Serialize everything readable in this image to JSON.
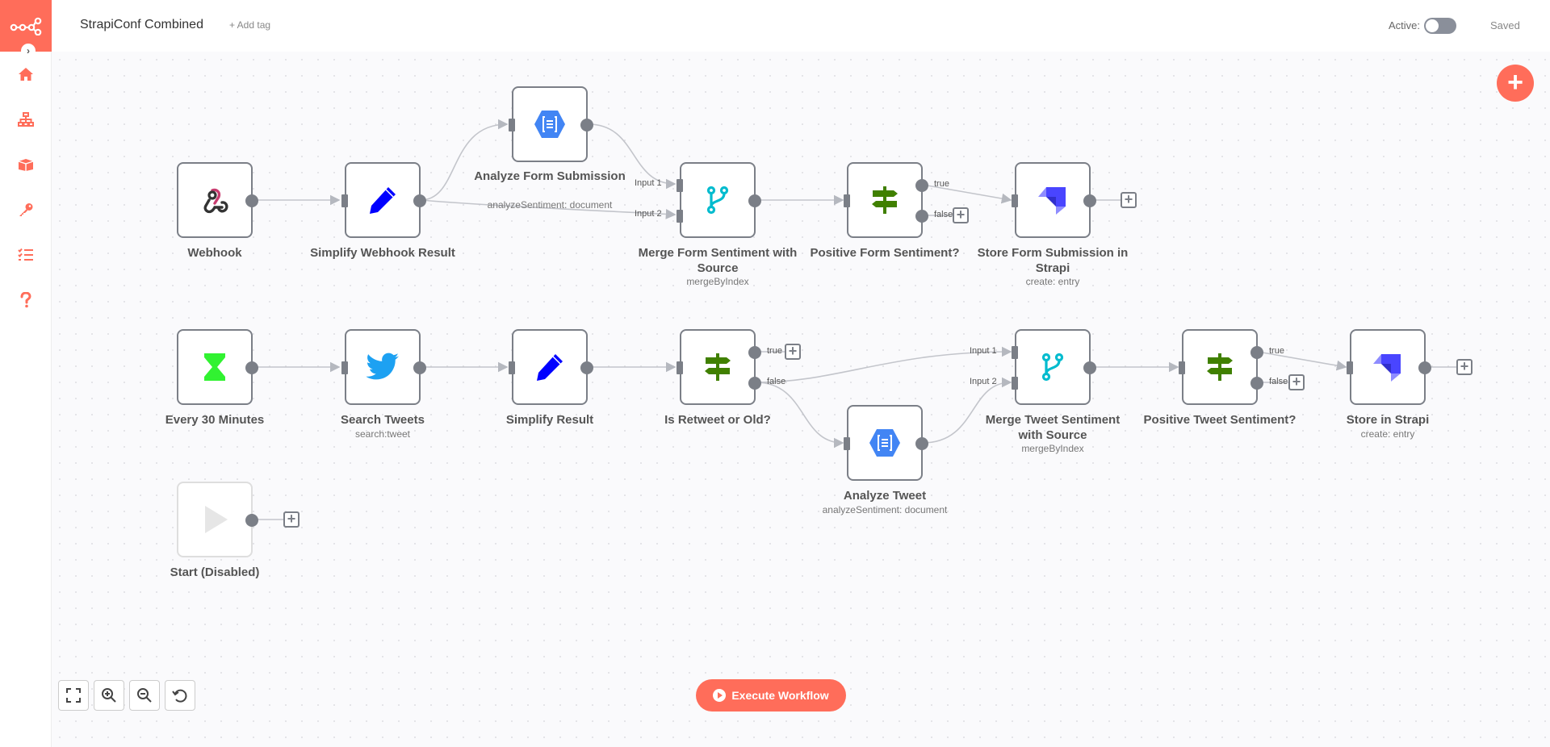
{
  "header": {
    "title": "StrapiConf Combined",
    "add_tag": "+ Add tag",
    "active_label": "Active:",
    "saved": "Saved"
  },
  "sidebar": {
    "items": [
      {
        "icon": "home-icon"
      },
      {
        "icon": "network-icon"
      },
      {
        "icon": "box-icon"
      },
      {
        "icon": "key-icon"
      },
      {
        "icon": "list-check-icon"
      },
      {
        "icon": "question-icon"
      }
    ]
  },
  "nodes": {
    "webhook": {
      "label": "Webhook"
    },
    "simplify_webhook": {
      "label": "Simplify Webhook Result"
    },
    "analyze_form": {
      "label": "Analyze Form Submission",
      "sub": "analyzeSentiment: document"
    },
    "merge_form": {
      "label": "Merge Form Sentiment with Source",
      "sub": "mergeByIndex",
      "input1": "Input 1",
      "input2": "Input 2"
    },
    "positive_form": {
      "label": "Positive Form Sentiment?",
      "true_label": "true",
      "false_label": "false"
    },
    "store_form": {
      "label": "Store Form Submission in Strapi",
      "sub": "create: entry"
    },
    "every_30": {
      "label": "Every 30 Minutes"
    },
    "search_tweets": {
      "label": "Search Tweets",
      "sub": "search:tweet"
    },
    "simplify_result": {
      "label": "Simplify Result"
    },
    "is_retweet": {
      "label": "Is Retweet or Old?",
      "true_label": "true",
      "false_label": "false"
    },
    "analyze_tweet": {
      "label": "Analyze Tweet",
      "sub": "analyzeSentiment: document"
    },
    "merge_tweet": {
      "label": "Merge Tweet Sentiment with Source",
      "sub": "mergeByIndex",
      "input1": "Input 1",
      "input2": "Input 2"
    },
    "positive_tweet": {
      "label": "Positive Tweet Sentiment?",
      "true_label": "true",
      "false_label": "false"
    },
    "store_strapi": {
      "label": "Store in Strapi",
      "sub": "create: entry"
    },
    "start": {
      "label": "Start (Disabled)"
    }
  },
  "toolbar": {
    "execute": "Execute Workflow"
  },
  "colors": {
    "accent": "#ff6d5a",
    "node_border": "#7b7f87",
    "google_blue": "#4285f4",
    "twitter_blue": "#1da1f2",
    "if_green": "#408000",
    "merge_teal": "#00bbce",
    "strapi_purple": "#4945ff"
  }
}
